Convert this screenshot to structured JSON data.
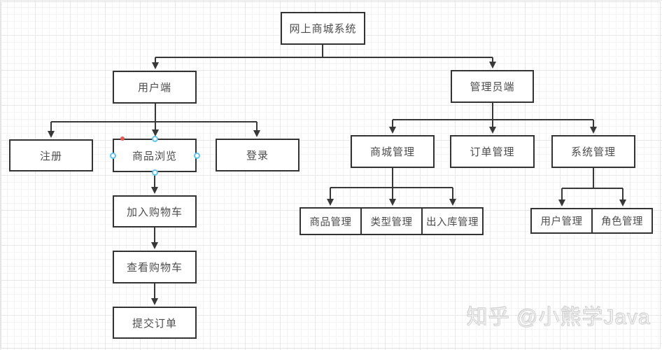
{
  "diagram": {
    "root": "网上商城系统",
    "user": {
      "label": "用户端",
      "children": [
        "注册",
        "商品浏览",
        "登录"
      ],
      "browse_flow": [
        "加入购物车",
        "查看购物车",
        "提交订单"
      ]
    },
    "admin": {
      "label": "管理员端",
      "children": [
        "商城管理",
        "订单管理",
        "系统管理"
      ],
      "mall_children": [
        "商品管理",
        "类型管理",
        "出入库管理"
      ],
      "system_children": [
        "用户管理",
        "角色管理"
      ]
    },
    "selected_node": "商品浏览"
  },
  "watermark": "知乎 @小熊学Java",
  "colors": {
    "node_border": "#333333",
    "node_fill": "#ffffff",
    "node_text": "#4d4d4d",
    "edge": "#383838",
    "selection_handle": "#5fc4ef",
    "selection_point": "#e8594f",
    "grid_minor": "#f4f4f4",
    "grid_major": "#e7e7e7"
  }
}
